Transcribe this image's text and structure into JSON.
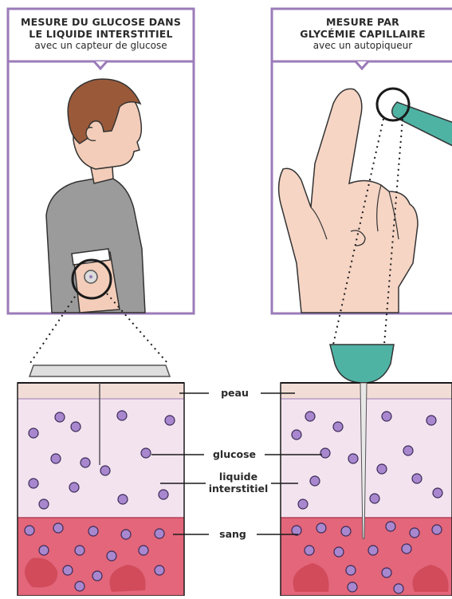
{
  "panels": {
    "left": {
      "title_line1": "MESURE DU GLUCOSE DANS",
      "title_line2": "LE LIQUIDE INTERSTITIEL",
      "subtitle": "avec un capteur de glucose"
    },
    "right": {
      "title_line1": "MESURE PAR",
      "title_line2": "GLYCÉMIE CAPILLAIRE",
      "subtitle": "avec un autopiqueur"
    }
  },
  "labels": {
    "peau": "peau",
    "glucose": "glucose",
    "liquide_line1": "liquide",
    "liquide_line2": "interstitiel",
    "sang": "sang"
  },
  "colors": {
    "frame": "#9b7bb8",
    "skin": "#f2dcd6",
    "interstitial": "#f3e3ef",
    "blood": "#e3667a",
    "glucose": "#a887cf",
    "lancet": "#4fb3a4"
  }
}
